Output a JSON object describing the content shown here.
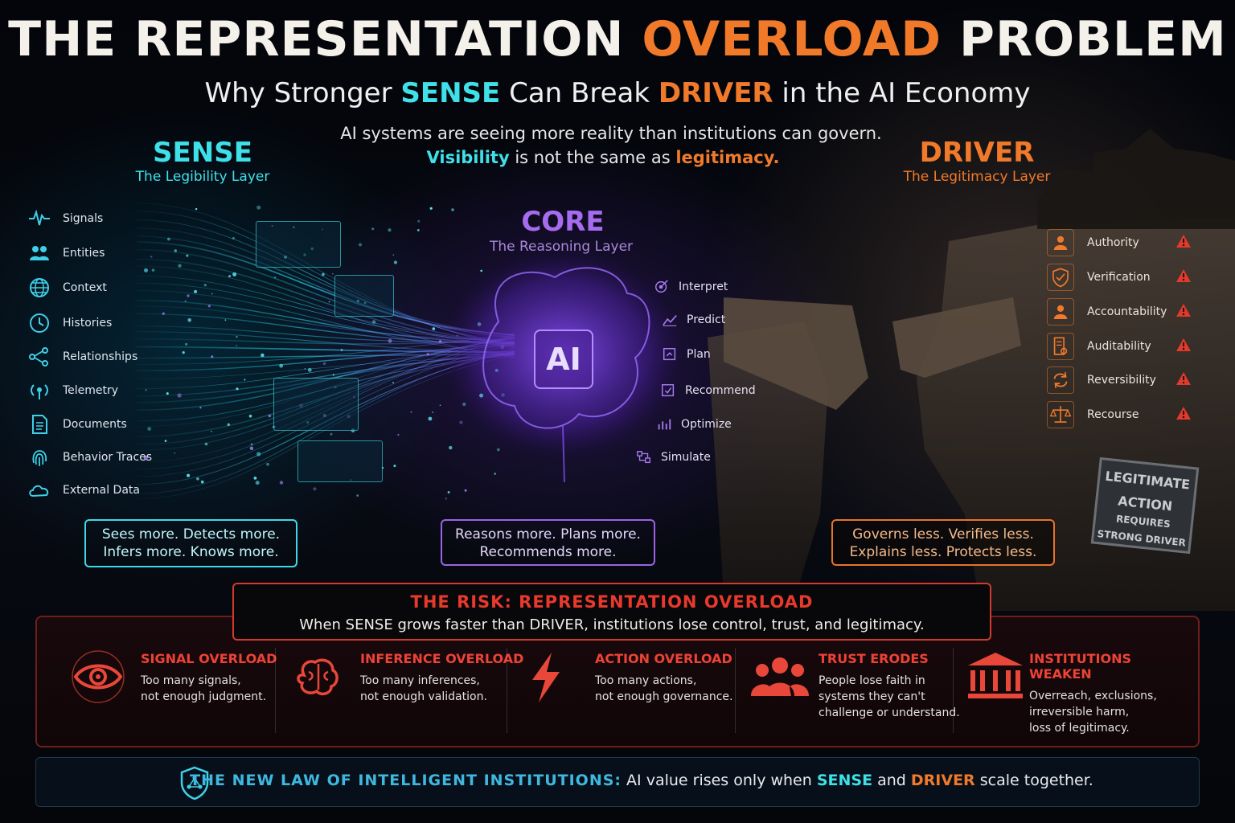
{
  "header": {
    "title_pre": "THE REPRESENTATION ",
    "title_highlight": "OVERLOAD",
    "title_post": " PROBLEM",
    "subtitle_pre": "Why Stronger ",
    "subtitle_sense": "SENSE",
    "subtitle_mid": " Can Break ",
    "subtitle_driver": "DRIVER",
    "subtitle_post": " in the AI Economy",
    "intro_line1": "AI systems are seeing more reality than institutions can govern.",
    "intro_visibility": "Visibility",
    "intro_mid": " is not the same as ",
    "intro_legitimacy": "legitimacy."
  },
  "sense": {
    "title": "SENSE",
    "subtitle": "The Legibility Layer",
    "items": [
      {
        "label": "Signals",
        "icon": "pulse-icon"
      },
      {
        "label": "Entities",
        "icon": "people-icon"
      },
      {
        "label": "Context",
        "icon": "globe-icon"
      },
      {
        "label": "Histories",
        "icon": "clock-icon"
      },
      {
        "label": "Relationships",
        "icon": "network-icon"
      },
      {
        "label": "Telemetry",
        "icon": "broadcast-icon"
      },
      {
        "label": "Documents",
        "icon": "document-icon"
      },
      {
        "label": "Behavior Traces",
        "icon": "fingerprint-icon"
      },
      {
        "label": "External Data",
        "icon": "cloud-icon"
      }
    ],
    "box_line1": "Sees more.  Detects more.",
    "box_line2": "Infers more.  Knows more."
  },
  "core": {
    "title": "CORE",
    "subtitle": "The Reasoning Layer",
    "chip": "AI",
    "items": [
      {
        "label": "Interpret",
        "icon": "target-icon"
      },
      {
        "label": "Predict",
        "icon": "trend-icon"
      },
      {
        "label": "Plan",
        "icon": "plan-icon"
      },
      {
        "label": "Recommend",
        "icon": "recommend-icon"
      },
      {
        "label": "Optimize",
        "icon": "chart-icon"
      },
      {
        "label": "Simulate",
        "icon": "flow-icon"
      }
    ],
    "box_line1": "Reasons more. Plans more.",
    "box_line2": "Recommends more."
  },
  "driver": {
    "title": "DRIVER",
    "subtitle": "The Legitimacy Layer",
    "items": [
      {
        "label": "Authority",
        "icon": "person-icon"
      },
      {
        "label": "Verification",
        "icon": "shield-check-icon"
      },
      {
        "label": "Accountability",
        "icon": "person-icon"
      },
      {
        "label": "Auditability",
        "icon": "audit-icon"
      },
      {
        "label": "Reversibility",
        "icon": "cycle-icon"
      },
      {
        "label": "Recourse",
        "icon": "scales-icon"
      }
    ],
    "box_line1": "Governs less.  Verifies less.",
    "box_line2": "Explains less.  Protects less.",
    "sign_line1": "LEGITIMATE",
    "sign_line2": "ACTION",
    "sign_line3": "REQUIRES",
    "sign_line4": "STRONG DRIVER"
  },
  "risk": {
    "title": "THE RISK:  REPRESENTATION OVERLOAD",
    "subtitle": "When SENSE grows faster than DRIVER, institutions lose control, trust, and legitimacy.",
    "columns": [
      {
        "title": "SIGNAL OVERLOAD",
        "line1": "Too many signals,",
        "line2": "not enough judgment.",
        "line3": "",
        "icon": "eye-icon"
      },
      {
        "title": "INFERENCE OVERLOAD",
        "line1": "Too many inferences,",
        "line2": "not enough validation.",
        "line3": "",
        "icon": "brain-icon"
      },
      {
        "title": "ACTION OVERLOAD",
        "line1": "Too many actions,",
        "line2": "not enough governance.",
        "line3": "",
        "icon": "lightning-icon"
      },
      {
        "title": "TRUST ERODES",
        "line1": "People lose faith in",
        "line2": "systems they can't",
        "line3": "challenge or understand.",
        "icon": "group-icon"
      },
      {
        "title": "INSTITUTIONS WEAKEN",
        "line1": "Overreach, exclusions,",
        "line2": "irreversible harm,",
        "line3": "loss of legitimacy.",
        "icon": "institution-icon"
      }
    ]
  },
  "law": {
    "heading": "THE NEW LAW OF INTELLIGENT INSTITUTIONS:",
    "pre": "  AI value rises only when ",
    "sense": "SENSE",
    "mid": " and ",
    "driver": "DRIVER",
    "post": " scale together."
  },
  "colors": {
    "sense": "#3fe0e8",
    "core": "#a66cf0",
    "driver": "#f07a2a",
    "risk": "#e8392c"
  }
}
